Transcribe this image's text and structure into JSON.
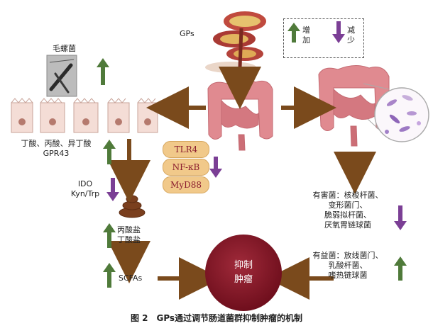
{
  "gps_label": "GPs",
  "legend": {
    "increase": "增加",
    "decrease": "减少"
  },
  "h_pylori": "毛螺菌",
  "acids": {
    "line1": "丁酸、丙酸、异丁酸",
    "line2": "GPR43"
  },
  "ido": {
    "line1": "IDO",
    "line2": "Kyn/Trp"
  },
  "salts": {
    "line1": "丙酸盐",
    "line2": "丁酸盐"
  },
  "scfas": "SCFAs",
  "pathway": [
    "TLR4",
    "NF-κB",
    "MyD88"
  ],
  "harmful": {
    "line1": "有害菌：核梭杆菌、",
    "line2": "变形菌门、",
    "line3": "脆弱拟杆菌、",
    "line4": "厌氧胃链球菌"
  },
  "beneficial": {
    "line1": "有益菌：放线菌门、",
    "line2": "乳酸杆菌、",
    "line3": "嗜热链球菌"
  },
  "tumor": {
    "line1": "抑制",
    "line2": "肿瘤"
  },
  "caption": "图 2　GPs通过调节肠道菌群抑制肿瘤的机制",
  "colors": {
    "up": "#4f7a3a",
    "down": "#7b3f95",
    "arrow": "#7a4a1c",
    "tumor": "#8b1d2f"
  }
}
